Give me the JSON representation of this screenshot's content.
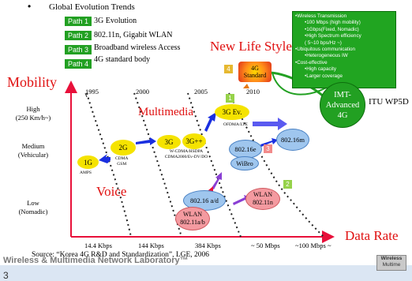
{
  "header": {
    "bullet": "•",
    "title": "Global Evolution Trends"
  },
  "paths": [
    {
      "tag": "Path 1",
      "label": "3G Evolution"
    },
    {
      "tag": "Path 2",
      "label": "802.11n, Gigabit WLAN"
    },
    {
      "tag": "Path 3",
      "label": "Broadband wireless Access"
    },
    {
      "tag": "Path 4",
      "label": "4G standard body"
    }
  ],
  "green_box": {
    "lines": [
      {
        "text": "•Wireless Transmission",
        "level": 1
      },
      {
        "text": "•100 Mbps (high mobility)",
        "level": 2
      },
      {
        "text": "•1Gbps(Fixed, Nomadic)",
        "level": 2
      },
      {
        "text": "•High Spectrum efficiency",
        "level": 2
      },
      {
        "text": "( 5~10 bps/Hz ~)",
        "level": 2
      },
      {
        "text": "•Ubiquitous communication",
        "level": 1
      },
      {
        "text": "•Heterogeneous IW",
        "level": 2
      },
      {
        "text": "•Cost-effective",
        "level": 1
      },
      {
        "text": "•High capacity",
        "level": 2
      },
      {
        "text": "•Larger coverage",
        "level": 2
      }
    ]
  },
  "headline": "New Life Style",
  "axes": {
    "y_title": "Mobility",
    "x_title": "Data Rate",
    "y_levels": [
      {
        "line1": "High",
        "line2": "(250 Km/h~)"
      },
      {
        "line1": "Medium",
        "line2": "(Vehicular)"
      },
      {
        "line1": "Low",
        "line2": "(Nomadic)"
      }
    ],
    "years": [
      "1995",
      "2000",
      "2005",
      "2010"
    ],
    "rates": [
      "14.4 Kbps",
      "144 Kbps",
      "384 Kbps",
      "~ 50 Mbps",
      "~100 Mbps ~"
    ]
  },
  "zones": {
    "multimedia": "Multimedia",
    "voice": "Voice"
  },
  "nodes": {
    "n1g": {
      "label": "1G",
      "sub": "AMPS"
    },
    "n2g": {
      "label": "2G",
      "sub1": "CDMA",
      "sub2": "GSM"
    },
    "n3g": {
      "label": "3G",
      "sub1": "W-CDMA/HSDPA",
      "sub2": "CDMA2000/Ev-DV/DO"
    },
    "n3gpp": {
      "label": "3G++"
    },
    "n3gev": {
      "label": "3G Ev.",
      "sub": "OFDMA/LTE"
    },
    "n80216e": {
      "label": "802.16e"
    },
    "wibro": {
      "label": "WiBro"
    },
    "n80216m": {
      "label": "802.16m"
    },
    "n80216ad": {
      "label": "802.16 a/d"
    },
    "wlan_b": {
      "label1": "WLAN",
      "label2": "802.11a/b"
    },
    "wlan_n": {
      "label1": "WLAN",
      "label2": "802.11n"
    },
    "n4g": {
      "label1": "4G",
      "label2": "Standard"
    },
    "imt": {
      "label1": "IMT-",
      "label2": "Advanced",
      "label3": "4G"
    }
  },
  "badges": [
    "1",
    "2",
    "3",
    "4"
  ],
  "itu": "ITU WP5D",
  "source": "Source: “Korea 4G R&D and Standardization”, LGE, 2006",
  "lab": "Wireless & Multimedia Network Laboratory™",
  "logo": {
    "line1": "Wireless",
    "line2": "Multime"
  },
  "page_number": "3",
  "colors": {
    "path_green": "#22a022",
    "accent_red": "#e01010",
    "arrow_red": "#e8103a",
    "node_yellow": "#f5e300",
    "node_blue": "#9fc6ee",
    "node_pink": "#f49aa0",
    "imt_green": "#22a022"
  }
}
